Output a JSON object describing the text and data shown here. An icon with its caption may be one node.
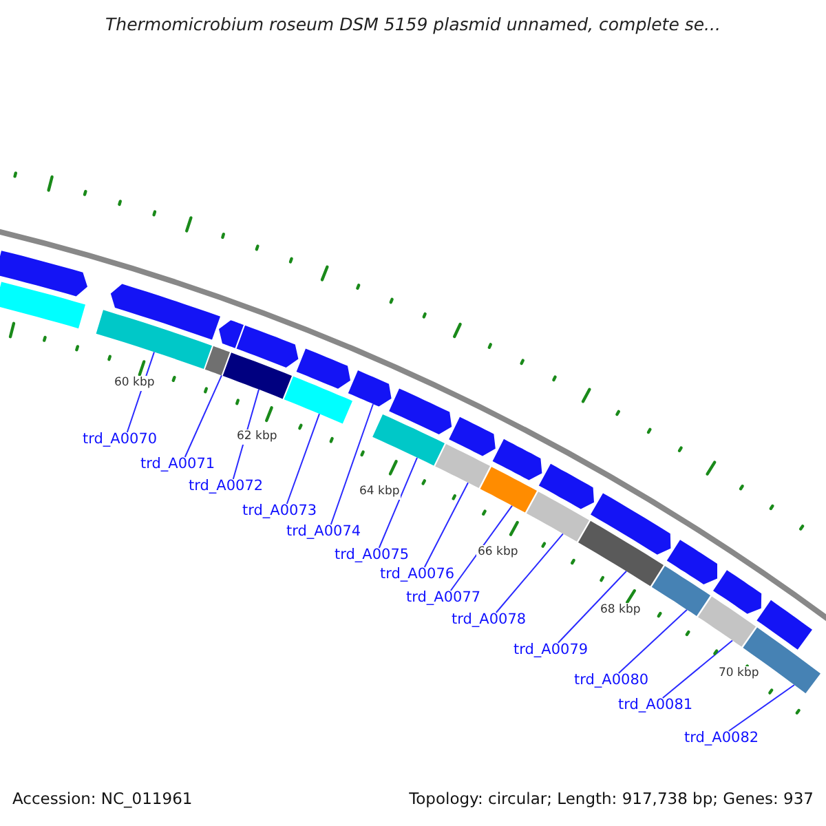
{
  "diagram": {
    "title": "Thermomicrobium roseum DSM 5159 plasmid unnamed, complete se...",
    "nodes": [
      {
        "text": [],
        "shape": "bar"
      },
      {
        "text": [],
        "shape": "bar"
      },
      {
        "text": [],
        "shape": "bar"
      },
      {
        "text": [],
        "shape": "bar"
      },
      {
        "text": [],
        "shape": "bar"
      },
      {
        "text": [],
        "shape": "bar"
      },
      {
        "text": [],
        "shape": "bar"
      },
      {
        "text": [],
        "shape": "bar"
      },
      {
        "text": [],
        "shape": "bar"
      },
      {
        "text": [],
        "shape": "bar"
      },
      {
        "text": [],
        "shape": "bar"
      },
      {
        "text": [],
        "shape": "bar"
      },
      {
        "text": [],
        "shape": "bar"
      },
      {
        "text": [],
        "shape": "arrow"
      },
      {
        "text": [],
        "shape": "arrow"
      },
      {
        "text": [],
        "shape": "arrow"
      },
      {
        "text": [],
        "shape": "arrow"
      },
      {
        "text": [],
        "shape": "arrow"
      },
      {
        "text": [],
        "shape": "arrow"
      },
      {
        "text": [],
        "shape": "arrow"
      },
      {
        "text": [],
        "shape": "arrow"
      },
      {
        "text": [],
        "shape": "arrow"
      },
      {
        "text": [],
        "shape": "arrow"
      },
      {
        "text": [],
        "shape": "arrow"
      },
      {
        "text": [],
        "shape": "arrow"
      },
      {
        "text": [],
        "shape": "arrow"
      },
      {
        "text": [],
        "shape": "arrow"
      },
      {
        "text": [
          "trd_A0070"
        ]
      },
      {
        "text": [
          "trd_A0071"
        ]
      },
      {
        "text": [
          "trd_A0072"
        ]
      },
      {
        "text": [
          "trd_A0073"
        ]
      },
      {
        "text": [
          "trd_A0074"
        ]
      },
      {
        "text": [
          "trd_A0075"
        ]
      },
      {
        "text": [
          "trd_A0076"
        ]
      },
      {
        "text": [
          "trd_A0077"
        ]
      },
      {
        "text": [
          "trd_A0078"
        ]
      },
      {
        "text": [
          "trd_A0079"
        ]
      },
      {
        "text": [
          "trd_A0080"
        ]
      },
      {
        "text": [
          "trd_A0081"
        ]
      },
      {
        "text": [
          "trd_A0082"
        ]
      }
    ],
    "edges": [
      {
        "from": 27,
        "to": 1,
        "arrow": "none"
      },
      {
        "from": 28,
        "to": 2,
        "arrow": "none"
      },
      {
        "from": 29,
        "to": 3,
        "arrow": "none"
      },
      {
        "from": 30,
        "to": 4,
        "arrow": "none"
      },
      {
        "from": 31,
        "to": 18,
        "arrow": "none"
      },
      {
        "from": 32,
        "to": 5,
        "arrow": "none"
      },
      {
        "from": 33,
        "to": 6,
        "arrow": "none"
      },
      {
        "from": 34,
        "to": 7,
        "arrow": "none"
      },
      {
        "from": 35,
        "to": 8,
        "arrow": "none"
      },
      {
        "from": 36,
        "to": 9,
        "arrow": "none"
      },
      {
        "from": 37,
        "to": 10,
        "arrow": "none"
      },
      {
        "from": 38,
        "to": 11,
        "arrow": "none"
      },
      {
        "from": 39,
        "to": 12,
        "arrow": "none"
      }
    ],
    "labels": [
      "60 kbp",
      "62 kbp",
      "64 kbp",
      "66 kbp",
      "68 kbp",
      "70 kbp",
      "Accession: NC_011961",
      "Topology: circular; Length: 917,738 bp; Genes: 937"
    ]
  }
}
